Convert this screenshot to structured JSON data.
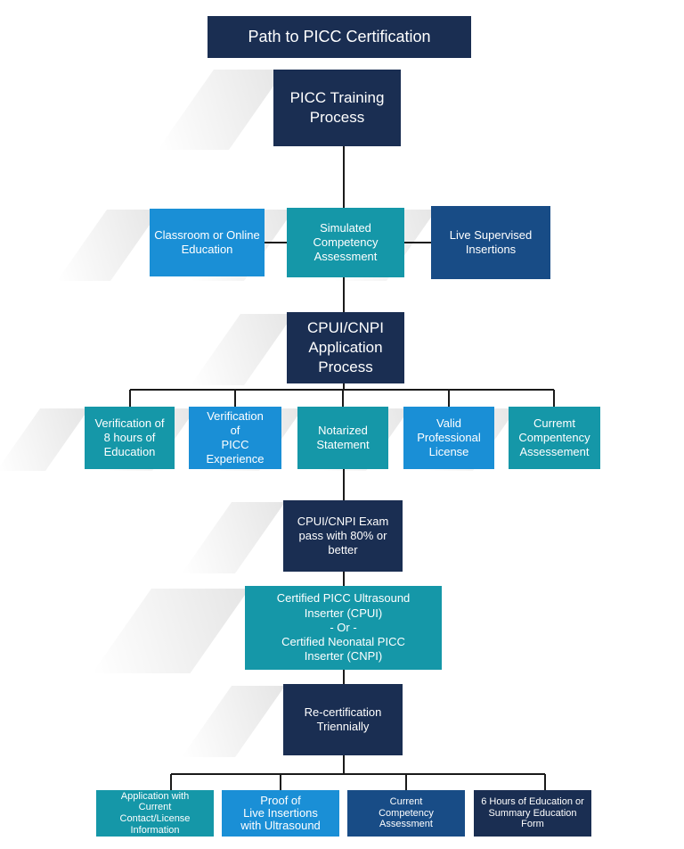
{
  "title": "Path to PICC Certification",
  "training": {
    "lines": [
      "PICC Training",
      "Process"
    ]
  },
  "training_steps": [
    {
      "lines": [
        "Classroom or Online",
        "Education"
      ]
    },
    {
      "lines": [
        "Simulated",
        "Competency",
        "Assessment"
      ]
    },
    {
      "lines": [
        "Live Supervised",
        "Insertions"
      ]
    }
  ],
  "application": {
    "lines": [
      "CPUI/CNPI",
      "Application",
      "Process"
    ]
  },
  "application_reqs": [
    {
      "lines": [
        "Verification of",
        "8 hours of",
        "Education"
      ]
    },
    {
      "lines": [
        "Verification",
        "of",
        "PICC Experience"
      ]
    },
    {
      "lines": [
        "Notarized",
        "Statement"
      ]
    },
    {
      "lines": [
        "Valid",
        "Professional",
        "License"
      ]
    },
    {
      "lines": [
        "Curremt",
        "Compentency",
        "Assessement"
      ]
    }
  ],
  "exam": {
    "lines": [
      "CPUI/CNPI Exam",
      "pass with 80% or",
      "better"
    ]
  },
  "certified": {
    "lines": [
      "Certified PICC Ultrasound",
      "Inserter (CPUI)",
      "- Or -",
      "Certified Neonatal PICC",
      "Inserter (CNPI)"
    ]
  },
  "recert": {
    "lines": [
      "Re-certification",
      "Triennially"
    ]
  },
  "recert_reqs": [
    {
      "lines": [
        "Application with",
        "Current",
        "Contact/License",
        "Information"
      ]
    },
    {
      "lines": [
        "Proof of",
        "Live Insertions",
        "with Ultrasound"
      ]
    },
    {
      "lines": [
        "Current",
        "Competency",
        "Assessment"
      ]
    },
    {
      "lines": [
        "6 Hours of Education or",
        "Summary Education",
        "Form"
      ]
    }
  ],
  "colors": {
    "navy": "#1a2e52",
    "teal": "#1597a8",
    "sky": "#1a8fd6",
    "royal": "#184c86",
    "connector": "#1a1a1a"
  }
}
